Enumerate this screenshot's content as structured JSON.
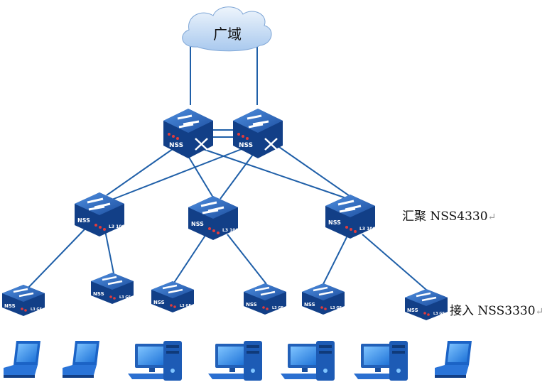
{
  "wan_label": "广域",
  "aggregation_label": "汇聚 NSS4330",
  "access_label": "接入 NSS3330",
  "return_mark": "↵",
  "core_switch_tag": "NSS",
  "aggregation_switch_tag": "NSS",
  "aggregation_switch_sub": "L3 10G",
  "access_switch_tag": "NSS",
  "access_switch_sub": "L3 GE",
  "colors": {
    "link": "#1f5fa8",
    "switch_top": "#2f6fc4",
    "switch_side": "#123f87",
    "cloud": "#bcd6f2",
    "laptop": "#1b63c6",
    "desktop": "#2260b8"
  }
}
